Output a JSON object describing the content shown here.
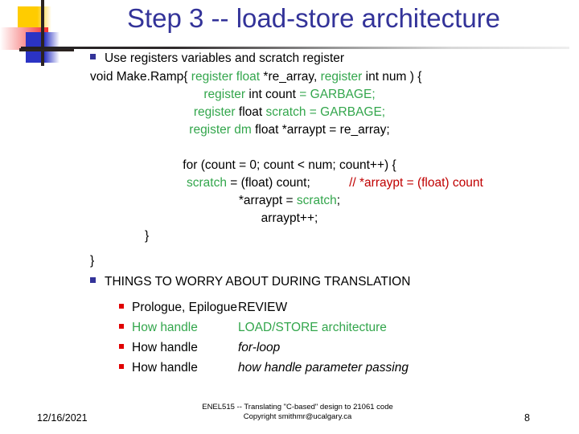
{
  "slide": {
    "title": "Step 3 -- load-store architecture",
    "logo": {
      "yellow": "#FFCC00",
      "red": "#F42A2A",
      "blue": "#2B33C4",
      "bar": "#2B2320"
    },
    "colors": {
      "title": "#333399",
      "keyword_green": "#33A64C",
      "comment_red": "#C00000",
      "bullet_level1": "#333399",
      "bullet_level2": "#E00000",
      "body_black": "#000000"
    }
  },
  "content": {
    "bullet1": "Use registers variables and scratch register",
    "code": {
      "line_signature": {
        "p1": "void Make.Ramp{",
        "p2": "register float",
        "p3": "*re_array,",
        "p4": "register",
        "p5": "int num ) {"
      },
      "line_count": {
        "p1": "register",
        "p2": "int count",
        "p3": "= GARBAGE;"
      },
      "line_scratch": {
        "p1": "register",
        "p2": "float",
        "p3": "scratch = GARBAGE;"
      },
      "line_arraypt": {
        "p1": "register dm",
        "p2": "float *arraypt = re_array;"
      },
      "line_for": "for (count = 0; count < num; count++) {",
      "line_assign": {
        "p1": "scratch",
        "p2": "= (float) count;",
        "comment": "// *arraypt = (float) count"
      },
      "line_store": {
        "p1": "*arraypt =",
        "p2": "scratch",
        "p3": ";"
      },
      "line_incr": "arraypt++;",
      "line_close_inner": "}",
      "line_close_outer": "}"
    },
    "bullet2": "THINGS TO WORRY ABOUT DURING TRANSLATION",
    "subitems": [
      {
        "label": "Prologue, Epilogue",
        "detail": "REVIEW",
        "color": "black",
        "italic": false
      },
      {
        "label": "How handle",
        "detail": "LOAD/STORE architecture",
        "color": "green",
        "italic": false
      },
      {
        "label": "How handle",
        "detail": "for-loop",
        "color": "black",
        "italic": true
      },
      {
        "label": "How handle",
        "detail": "how handle parameter passing",
        "color": "black",
        "italic": true
      }
    ]
  },
  "footer": {
    "date": "12/16/2021",
    "line1": "ENEL515 -- Translating \"C-based\" design to 21061 code",
    "line2": "Copyright smithmr@ucalgary.ca",
    "page": "8"
  }
}
